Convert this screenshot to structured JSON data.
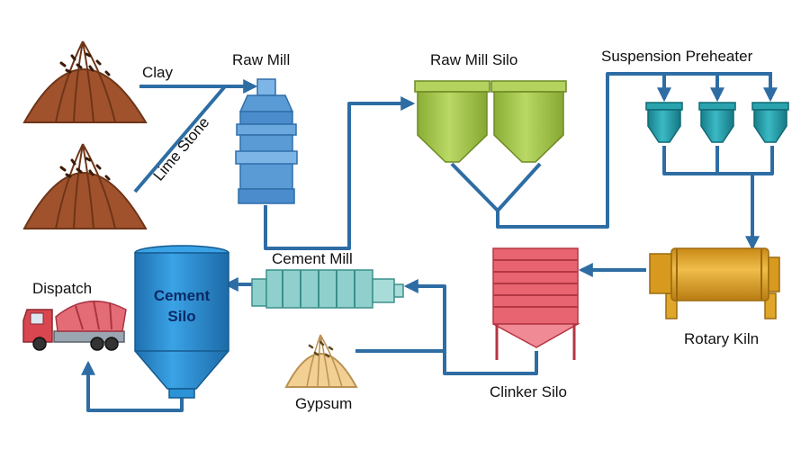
{
  "labels": {
    "clay": "Clay",
    "lime_stone": "Lime Stone",
    "raw_mill": "Raw Mill",
    "raw_mill_silo": "Raw Mill Silo",
    "suspension_preheater": "Suspension Preheater",
    "rotary_kiln": "Rotary Kiln",
    "clinker_silo": "Clinker Silo",
    "gypsum": "Gypsum",
    "cement_mill": "Cement Mill",
    "cement_silo_line1": "Cement",
    "cement_silo_line2": "Silo",
    "dispatch": "Dispatch"
  },
  "colors": {
    "flow_line": "#2e6da4",
    "raw_material": "#a0522d",
    "raw_mill": "#5b9bd5",
    "silo_green": "#a6c64c",
    "preheater": "#1f9aa8",
    "kiln": "#e0a62a",
    "clinker_silo": "#e86470",
    "gypsum": "#f2cf93",
    "cement_mill": "#8fd0cc",
    "cement_silo": "#2b93d6",
    "truck": "#e46c77"
  }
}
